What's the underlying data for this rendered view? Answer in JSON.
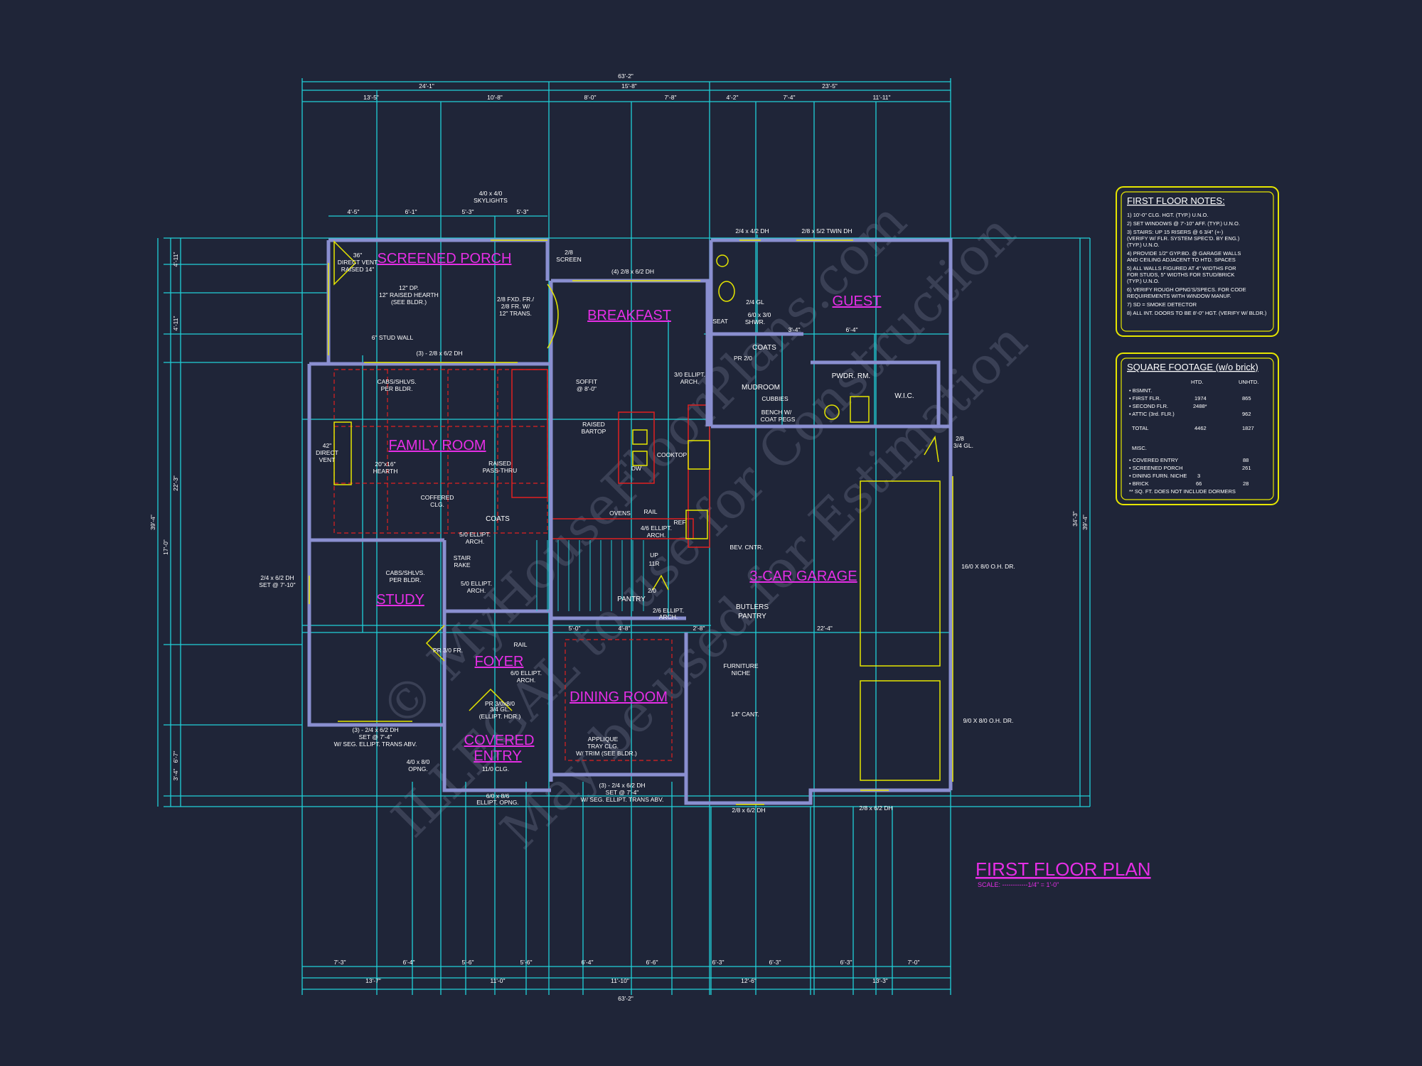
{
  "watermark": {
    "line1": "© MyHouseFloorPlans.com",
    "line2": "ILLEGAL to use for Construction",
    "line3": "May be used for Estimation"
  },
  "plan_title": {
    "title": "FIRST FLOOR PLAN",
    "scale": "SCALE: ------------1/4\" = 1'-0\""
  },
  "rooms": {
    "screened_porch": "SCREENED PORCH",
    "breakfast": "BREAKFAST",
    "guest": "GUEST",
    "family_room": "FAMILY ROOM",
    "study": "STUDY",
    "foyer": "FOYER",
    "covered_entry_1": "COVERED",
    "covered_entry_2": "ENTRY",
    "dining_room": "DINING ROOM",
    "garage": "3-CAR GARAGE"
  },
  "labels": {
    "coats_top": "COATS",
    "coats_mid": "COATS",
    "mudroom": "MUDROOM",
    "pwdr": "PWDR. RM.",
    "wic": "W.I.C.",
    "pantry": "PANTRY",
    "butlers_1": "BUTLERS",
    "butlers_2": "PANTRY",
    "skylights_1": "4/0 x 4/0",
    "skylights_2": "SKYLIGHTS",
    "dv36_1": "36\"",
    "dv36_2": "DIRECT VENT",
    "dv36_3": "RAISED 14\"",
    "hearth_1": "12\" DP.",
    "hearth_2": "12\" RAISED HEARTH",
    "hearth_3": "(SEE BLDR.)",
    "stud_wall": "6\" STUD WALL",
    "porch_win": "(3) - 2/8 x 6/2 DH",
    "screen_door_1": "2/8",
    "screen_door_2": "SCREEN",
    "trans_1": "2/8 FXD. FR./",
    "trans_2": "2/8 FR. W/",
    "trans_3": "12\" TRANS.",
    "bk_win": "(4) 2/8 x 6/2 DH",
    "soffit_1": "SOFFIT",
    "soffit_2": "@ 8'-0\"",
    "ellipt_arch_1": "3/0 ELLIPT.",
    "ellipt_arch_2": "ARCH.",
    "bartop_1": "RAISED",
    "bartop_2": "BARTOP",
    "dw": "DW",
    "cooktop": "COOKTOP",
    "ovens": "OVENS",
    "rail_k": "RAIL",
    "ellipt46_1": "4/6 ELLIPT.",
    "ellipt46_2": "ARCH.",
    "bev": "BEV. CNTR.",
    "ref": "REF",
    "cabs_1": "CABS/SHLVS.",
    "cabs_2": "PER BLDR.",
    "dv42_1": "42\"",
    "dv42_2": "DIRECT",
    "dv42_3": "VENT",
    "fr_hearth_1": "20\"x16\"",
    "fr_hearth_2": "HEARTH",
    "pass_1": "RAISED",
    "pass_2": "PASS-THRU",
    "coffered_1": "COFFERED",
    "coffered_2": "CLG.",
    "fr_ellipt_1": "5/0 ELLIPT.",
    "fr_ellipt_2": "ARCH.",
    "stair_1": "STAIR",
    "stair_2": "RAKE",
    "study_cabs_1": "CABS/SHLVS.",
    "study_cabs_2": "PER BLDR.",
    "study_arch_1": "5/0 ELLIPT.",
    "study_arch_2": "ARCH.",
    "study_win_1": "2/4 x 6/2 DH",
    "study_win_2": "SET @ 7'-10\"",
    "rail_f": "RAIL",
    "pr30": "PR 3/0 FR.",
    "foyer_arch_1": "6/0 ELLIPT.",
    "foyer_arch_2": "ARCH.",
    "front_door_1": "PR 3/0x8/0",
    "front_door_2": "3/4 GL.",
    "front_door_3": "(ELLIPT. HDR.)",
    "study_front_1": "(3) - 2/4 x 6/2 DH",
    "study_front_2": "SET @ 7'-4\"",
    "study_front_3": "W/ SEG. ELLIPT. TRANS ABV.",
    "opng_1": "4/0 x 8/0",
    "opng_2": "OPNG.",
    "entry_clg": "11/0 CLG.",
    "entry_opng_1": "6/0 x 8/6",
    "entry_opng_2": "ELLIPT. OPNG.",
    "dining_tray_1": "APPLIQUE",
    "dining_tray_2": "TRAY CLG.",
    "dining_tray_3": "W/ TRIM (SEE BLDR.)",
    "dining_win_1": "(3) - 2/4 x 6/2 DH",
    "dining_win_2": "SET @ 7'-4\"",
    "dining_win_3": "W/ SEG. ELLIPT. TRANS ABV.",
    "niche_1": "FURNITURE",
    "niche_2": "NICHE",
    "cant": "14\" CANT.",
    "garage_door_1": "16/0 X 8/0 O.H. DR.",
    "garage_door_2": "9/0 X 8/0 O.H. DR.",
    "garage_win_1": "2/8 x 6/2 DH",
    "garage_win_2": "2/8 x 6/2 DH",
    "garage_entry_1": "2/8",
    "garage_entry_2": "3/4 GL.",
    "guest_win_1": "2/4 x 4/2 DH",
    "guest_win_2": "2/8 x 5/2 TWIN DH",
    "shwr_1": "6/0 x 3/0",
    "shwr_2": "SHWR.",
    "seat": "SEAT",
    "gl": "2/4 GL",
    "pr20": "PR 2/0",
    "cubbies": "CUBBIES",
    "bench_1": "BENCH W/",
    "bench_2": "COAT PEGS",
    "pantry_door": "2/0",
    "butler_arch_1": "2/6 ELLIPT.",
    "butler_arch_2": "ARCH.",
    "up_1": "UP",
    "up_2": "11R"
  },
  "notes_box": {
    "title": "FIRST FLOOR NOTES:",
    "lines": [
      "1) 10'-0\" CLG. HGT. (TYP.) U.N.O.",
      "2) SET WINDOWS @ 7'-10\" AFF. (TYP.) U.N.O.",
      "3) STAIRS: UP 15 RISERS @ 6 3/4\" (+-)",
      "   (VERIFY W/ FLR. SYSTEM SPEC'D. BY ENG.)",
      "   (TYP.) U.N.O.",
      "4) PROVIDE 1/2\" GYP.BD. @ GARAGE WALLS",
      "   AND CEILING ADJACENT TO HTD. SPACES",
      "5) ALL WALLS FIGURED AT 4\" WIDTHS FOR",
      "   FOR STUDS, 5\" WIDTHS FOR STUD/BRICK",
      "   (TYP.) U.N.O.",
      "6) VERIFY ROUGH OPNG'S/SPECS. FOR CODE",
      "   REQUIREMENTS WITH WINDOW MANUF.",
      "7) SD = SMOKE DETECTOR",
      "8) ALL INT. DOORS TO BE 8'-0\" HGT. (VERIFY W/ BLDR.)"
    ]
  },
  "sqft_box": {
    "title": "SQUARE FOOTAGE (w/o brick)",
    "col_htd": "HTD.",
    "col_unhtd": "UNHTD.",
    "rows": [
      {
        "label": "• BSMNT.",
        "htd": "",
        "unhtd": ""
      },
      {
        "label": "• FIRST FLR.",
        "htd": "1974",
        "unhtd": "865"
      },
      {
        "label": "• SECOND FLR.",
        "htd": "2488*",
        "unhtd": ""
      },
      {
        "label": "• ATTIC (3rd. FLR.)",
        "htd": "",
        "unhtd": "962"
      },
      {
        "label": "TOTAL",
        "htd": "4462",
        "unhtd": "1827"
      }
    ],
    "misc_title": "MISC.",
    "misc_rows": [
      {
        "label": "• COVERED ENTRY",
        "htd": "",
        "unhtd": "88"
      },
      {
        "label": "• SCREENED PORCH",
        "htd": "",
        "unhtd": "261"
      },
      {
        "label": "• DINING FURN. NICHE",
        "htd": "3",
        "unhtd": ""
      },
      {
        "label": "• BRICK",
        "htd": "66",
        "unhtd": "28"
      },
      {
        "label": "** SQ. FT. DOES NOT INCLUDE DORMERS",
        "htd": "",
        "unhtd": ""
      }
    ]
  },
  "dims": {
    "top_overall": "63'-2\"",
    "top_1": "24'-1\"",
    "top_2": "15'-8\"",
    "top_3": "23'-5\"",
    "top_4": "13'-5\"",
    "top_5": "10'-8\"",
    "top_6": "8'-0\"",
    "top_7": "7'-8\"",
    "top_8": "4'-2\"",
    "top_9": "7'-4\"",
    "top_10": "11'-11\"",
    "porch_1": "4'-5\"",
    "porch_2": "6'-1\"",
    "porch_3": "5'-3\"",
    "porch_4": "5'-3\"",
    "bot_overall": "63'-2\"",
    "bot_1": "7'-3\"",
    "bot_2": "6'-4\"",
    "bot_3": "5'-6\"",
    "bot_4": "5'-6\"",
    "bot_5": "6'-4\"",
    "bot_6": "6'-6\"",
    "bot_7": "6'-3\"",
    "bot_8": "6'-3\"",
    "bot_9": "6'-3\"",
    "bot_10": "7'-0\"",
    "bot_11": "13'-7\"",
    "bot_12": "11'-0\"",
    "bot_13": "11'-10\"",
    "bot_14": "12'-6\"",
    "bot_15": "13'-3\"",
    "left_overall": "39'-4\"",
    "left_1": "22'-3\"",
    "left_2": "17'-0\"",
    "left_3": "4'-11\"",
    "left_4": "4'-11\"",
    "left_5": "6'-7\"",
    "left_6": "3'-4\"",
    "right_overall": "39'-4\"",
    "right_2": "34'-3\"",
    "inner_1": "3'-4\"",
    "inner_2": "6'-4\"",
    "inner_3": "22'-4\"",
    "inner_4": "5'-0\"",
    "inner_5": "4'-8\"",
    "inner_6": "2'-8\""
  }
}
